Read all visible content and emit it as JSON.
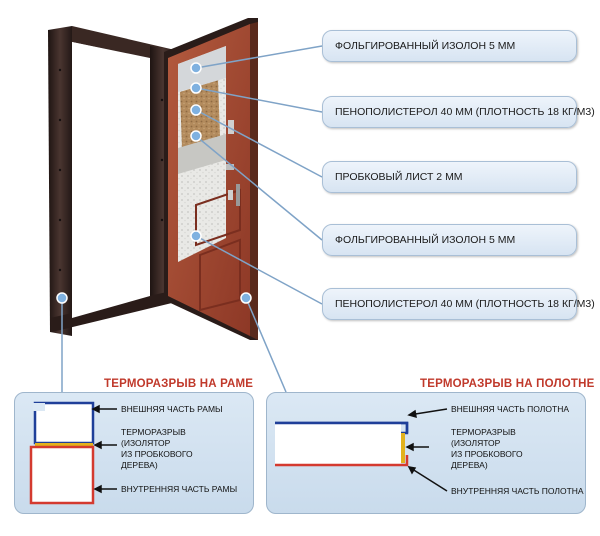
{
  "callouts": [
    "ФОЛЬГИРОВАННЫЙ ИЗОЛОН 5 ММ",
    "ПЕНОПОЛИСТЕРОЛ 40 ММ (ПЛОТНОСТЬ 18 КГ/М3)",
    "ПРОБКОВЫЙ ЛИСТ 2 ММ",
    "ФОЛЬГИРОВАННЫЙ ИЗОЛОН 5 ММ",
    "ПЕНОПОЛИСТЕРОЛ 40 ММ (ПЛОТНОСТЬ 18 КГ/М3)"
  ],
  "frame_section": {
    "title": "ТЕРМОРАЗРЫВ НА РАМЕ",
    "outer_label": "ВНЕШНЯЯ ЧАСТЬ РАМЫ",
    "break_label": [
      "ТЕРМОРАЗРЫВ",
      "(ИЗОЛЯТОР",
      "ИЗ ПРОБКОВОГО",
      "ДЕРЕВА)"
    ],
    "inner_label": "ВНУТРЕННЯЯ ЧАСТЬ РАМЫ"
  },
  "leaf_section": {
    "title": "ТЕРМОРАЗРЫВ НА ПОЛОТНЕ",
    "outer_label": "ВНЕШНЯЯ ЧАСТЬ ПОЛОТНА",
    "break_label": [
      "ТЕРМОРАЗРЫВ",
      "(ИЗОЛЯТОР",
      "ИЗ ПРОБКОВОГО",
      "ДЕРЕВА)"
    ],
    "inner_label": "ВНУТРЕННЯЯ ЧАСТЬ ПОЛОТНА"
  },
  "colors": {
    "outer_profile": "#1f3f99",
    "inner_profile": "#d43a2f",
    "cork": "#e2b21d",
    "title": "#c0392b",
    "door_panel": "#a4452f",
    "frame_dark": "#2f201c"
  }
}
